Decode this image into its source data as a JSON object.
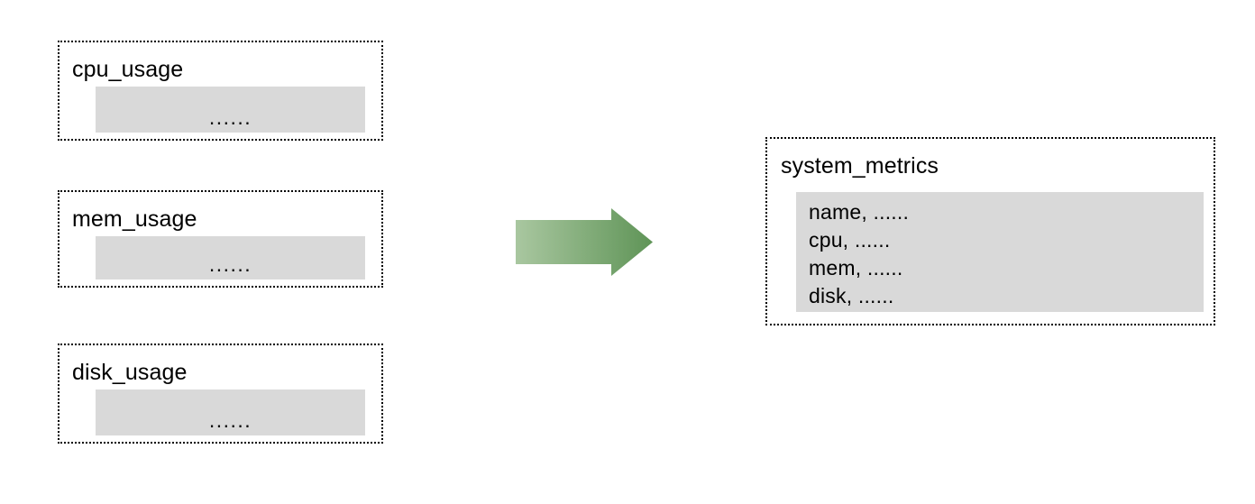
{
  "diagram": {
    "type": "data-aggregation-flow",
    "sources": [
      {
        "title": "cpu_usage",
        "body": "......"
      },
      {
        "title": "mem_usage",
        "body": "......"
      },
      {
        "title": "disk_usage",
        "body": "......"
      }
    ],
    "arrow": {
      "direction": "right",
      "gradient_from": "#a9c7a0",
      "gradient_to": "#5f9457"
    },
    "target": {
      "title": "system_metrics",
      "fields": [
        "name, ......",
        "cpu, ......",
        "mem, ......",
        "disk, ......"
      ]
    },
    "colors": {
      "panel_fill": "#d9d9d9",
      "border": "#000000",
      "background": "#ffffff"
    }
  }
}
